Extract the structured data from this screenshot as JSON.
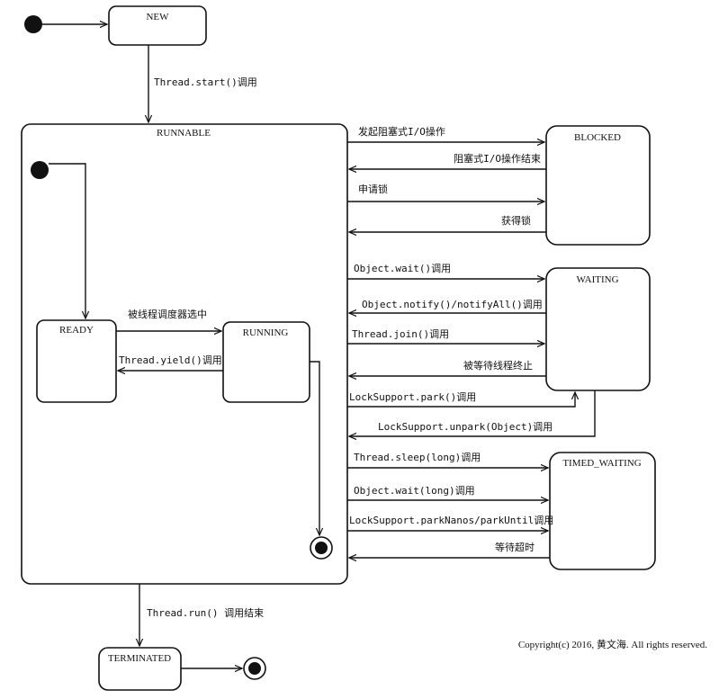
{
  "states": {
    "new": "NEW",
    "runnable": "RUNNABLE",
    "ready": "READY",
    "running": "RUNNING",
    "blocked": "BLOCKED",
    "waiting": "WAITING",
    "timed_waiting": "TIMED_WAITING",
    "terminated": "TERMINATED"
  },
  "transitions": {
    "new_to_runnable": "Thread.start()调用",
    "ready_to_running": "被线程调度器选中",
    "running_to_ready": "Thread.yield()调用",
    "to_blocked_io": "发起阻塞式I/O操作",
    "from_blocked_io": "阻塞式I/O操作结束",
    "to_blocked_lock": "申请锁",
    "from_blocked_lock": "获得锁",
    "to_waiting_wait": "Object.wait()调用",
    "from_waiting_notify": "Object.notify()/notifyAll()调用",
    "to_waiting_join": "Thread.join()调用",
    "from_waiting_join": "被等待线程终止",
    "to_waiting_park": "LockSupport.park()调用",
    "from_waiting_unpark": "LockSupport.unpark(Object)调用",
    "to_timed_sleep": "Thread.sleep(long)调用",
    "to_timed_wait": "Object.wait(long)调用",
    "to_timed_park": "LockSupport.parkNanos/parkUntil调用",
    "from_timed": "等待超时",
    "runnable_to_terminated": "Thread.run() 调用结束"
  },
  "copyright": "Copyright(c) 2016, 黄文海. All rights reserved."
}
